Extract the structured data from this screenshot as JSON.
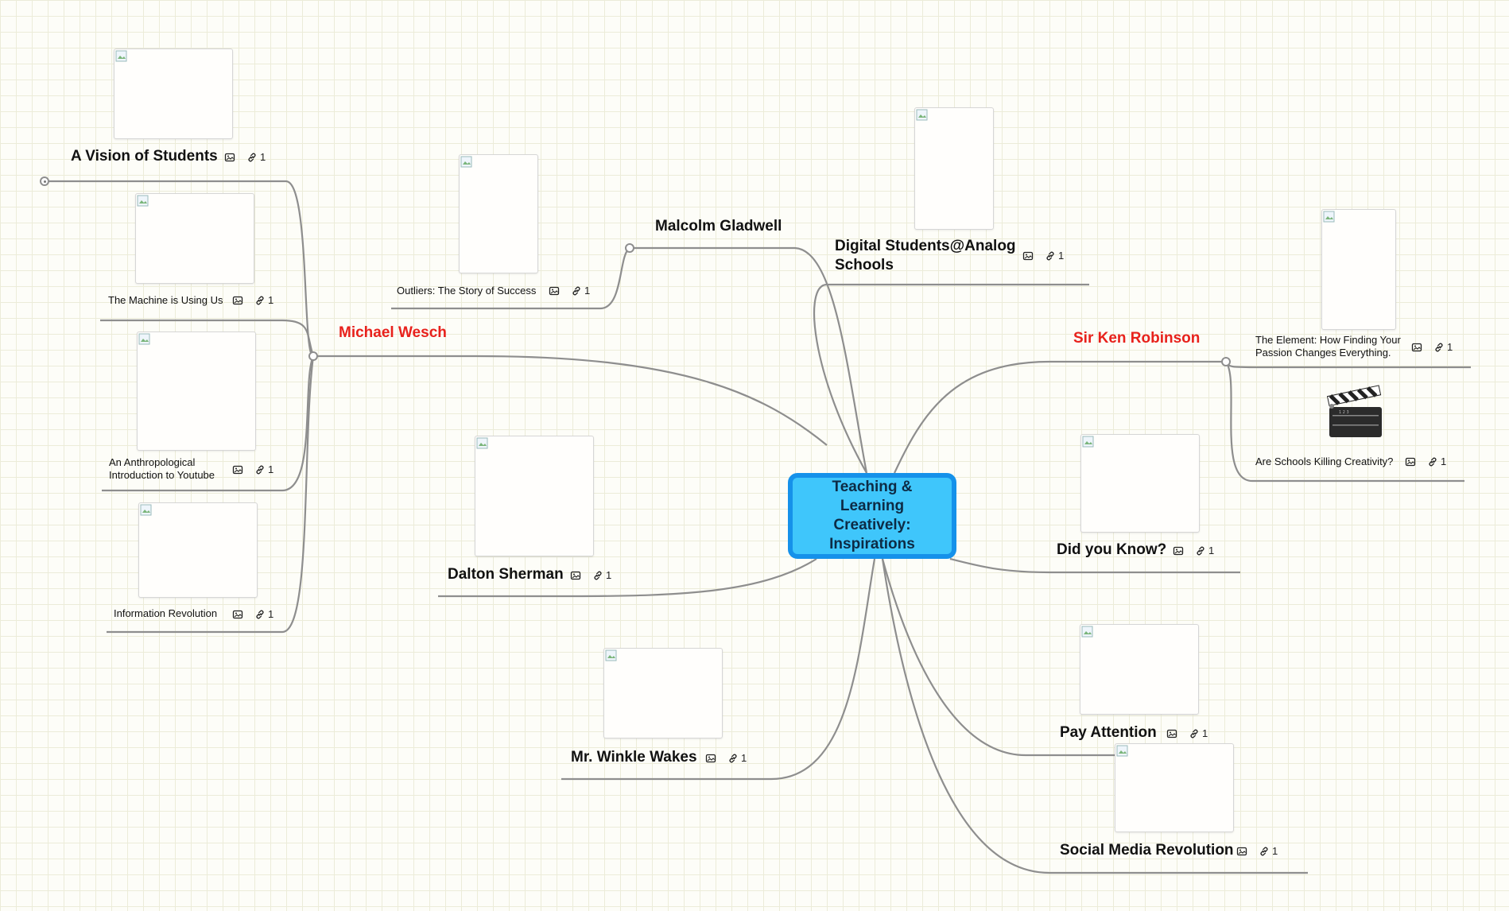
{
  "central": {
    "label": "Teaching & Learning\nCreatively:\nInspirations"
  },
  "nodes": {
    "vision": {
      "label": "A Vision of Students",
      "links": "1"
    },
    "machine": {
      "label": "The Machine is Using Us",
      "links": "1"
    },
    "anthro": {
      "label_line1": "An Anthropological",
      "label_line2": "Introduction to Youtube",
      "links": "1"
    },
    "inforev": {
      "label": "Information Revolution",
      "links": "1"
    },
    "wesch": {
      "label": "Michael Wesch"
    },
    "outliers": {
      "label": "Outliers: The Story of Success",
      "links": "1"
    },
    "gladwell": {
      "label": "Malcolm Gladwell"
    },
    "digital": {
      "label_line1": "Digital Students@Analog",
      "label_line2": "Schools",
      "links": "1"
    },
    "robinson": {
      "label": "Sir Ken Robinson"
    },
    "element": {
      "label_line1": "The Element: How Finding Your",
      "label_line2": "Passion Changes Everything.",
      "links": "1"
    },
    "killing": {
      "label": "Are Schools Killing Creativity?",
      "links": "1"
    },
    "didyou": {
      "label": "Did you Know?",
      "links": "1"
    },
    "dalton": {
      "label": "Dalton Sherman",
      "links": "1"
    },
    "winkle": {
      "label": "Mr. Winkle Wakes",
      "links": "1"
    },
    "attention": {
      "label": "Pay Attention",
      "links": "1"
    },
    "socialmedia": {
      "label": "Social Media Revolution",
      "links": "1"
    }
  },
  "icons": {
    "image": "image-icon",
    "link": "link-icon",
    "media": "clapperboard-icon"
  },
  "colors": {
    "central_fill": "#3fc6fb",
    "central_border": "#1591ea",
    "branch_highlight": "#e8211c",
    "connector": "#8e8e8e",
    "grid": "#ececd9"
  }
}
